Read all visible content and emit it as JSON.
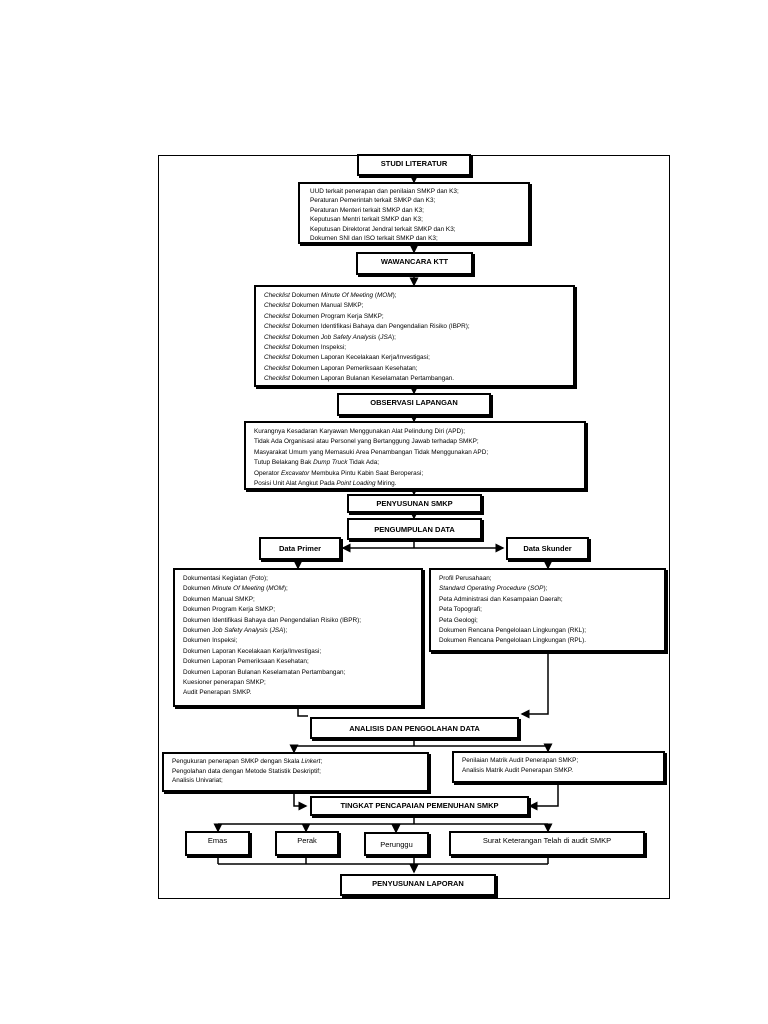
{
  "nodes": {
    "studi_literatur": "STUDI LITERATUR",
    "wawancara": "WAWANCARA KTT",
    "observasi": "OBSERVASI LAPANGAN",
    "penyusunan_smkp": "PENYUSUNAN SMKP",
    "pengumpulan": "PENGUMPULAN DATA",
    "data_primer": "Data Primer",
    "data_skunder": "Data Skunder",
    "analisis": "ANALISIS DAN PENGOLAHAN DATA",
    "tingkat": "TINGKAT PENCAPAIAN PEMENUHAN SMKP",
    "emas": "Emas",
    "perak": "Perak",
    "perunggu": "Perunggu",
    "surat": "Surat Keterangan Telah di audit SMKP",
    "penyusunan_laporan": "PENYUSUNAN LAPORAN"
  },
  "lists": {
    "studi": [
      "UUD terkait penerapan dan penilaian SMKP dan K3;",
      "Peraturan Pemerintah terkait SMKP dan K3;",
      "Peraturan Menteri  terkait SMKP dan K3;",
      "Keputusan Mentri terkait SMKP dan K3;",
      "Keputusan Direktorat Jendral terkait SMKP dan K3;",
      "Dokumen SNI dan ISO terkait SMKP dan K3;"
    ],
    "wawancara": [
      [
        "Checklist",
        " Dokumen ",
        "Minute Of Meeting",
        " (",
        "MOM",
        ");"
      ],
      [
        "Checklist",
        " Dokumen Manual SMKP;"
      ],
      [
        "Checklist",
        " Dokumen Program Kerja SMKP;"
      ],
      [
        "Checklist",
        " Dokumen Identifikasi Bahaya dan Pengendalian Risiko (IBPR);"
      ],
      [
        "Checklist",
        " Dokumen ",
        "Job Safety Analysis",
        " (",
        "JSA",
        ");"
      ],
      [
        "Checklist",
        " Dokumen Inspeksi;"
      ],
      [
        "Checklist",
        " Dokumen Laporan Kecelakaan Kerja/Investigasi;"
      ],
      [
        "Checklist",
        " Dokumen Laporan Pemeriksaan Kesehatan;"
      ],
      [
        "Checklist",
        " Dokumen Laporan Bulanan Keselamatan Pertambangan."
      ]
    ],
    "observasi": [
      [
        "Kurangnya Kesadaran Karyawan Menggunakan Alat Pelindung Diri (APD);"
      ],
      [
        "Tidak Ada Organisasi atau Personel yang Bertanggung Jawab terhadap SMKP;"
      ],
      [
        "Masyarakat Umum yang Memasuki Area Penambangan Tidak Menggunakan APD;"
      ],
      [
        "Tutup Belakang Bak ",
        "Dump Truck",
        " Tidak Ada;"
      ],
      [
        "Operator ",
        "Excavator",
        " Membuka Pintu Kabin Saat Beroperasi;"
      ],
      [
        "Posisi Unit Alat Angkut Pada ",
        "Point  Loading",
        " Miring."
      ]
    ],
    "primer": [
      [
        "Dokumentasi Kegiatan (Foto);"
      ],
      [
        "Dokumen ",
        "Minute Of Meeting",
        " (",
        "MOM",
        ");"
      ],
      [
        "Dokumen Manual SMKP;"
      ],
      [
        "Dokumen Program Kerja SMKP;"
      ],
      [
        "Dokumen Identifikasi Bahaya dan Pengendalian Risiko (IBPR);"
      ],
      [
        "Dokumen ",
        "Job Safety Analysis",
        " (",
        "JSA",
        ");"
      ],
      [
        "Dokumen Inspeksi;"
      ],
      [
        "Dokumen Laporan Kecelakaan Kerja/Investigasi;"
      ],
      [
        "Dokumen Laporan Pemeriksaan Kesehatan;"
      ],
      [
        "Dokumen Laporan Bulanan Keselamatan Pertambangan;"
      ],
      [
        "Kuesioner penerapan SMKP;"
      ],
      [
        "Audit Penerapan SMKP."
      ]
    ],
    "skunder": [
      [
        "Profil Perusahaan;"
      ],
      [
        "",
        "Standard Operating Procedure",
        " (",
        "SOP",
        ");"
      ],
      [
        "Peta Administrasi dan Kesampaian Daerah;"
      ],
      [
        "Peta Topografi;"
      ],
      [
        "Peta Geologi;"
      ],
      [
        "Dokumen Rencana Pengelolaan Lingkungan (RKL);"
      ],
      [
        "Dokumen Rencana Pengelolaan Lingkungan (RPL)."
      ]
    ],
    "analisis_kiri": [
      [
        "Pengukuran penerapan SMKP dengan Skala ",
        "Linkert",
        ";"
      ],
      [
        "Pengolahan data dengan Metode Statistik Deskriptif;"
      ],
      [
        "Analisis Univariat;"
      ]
    ],
    "analisis_kanan": [
      [
        "Penilaian Matrik Audit Penerapan SMKP;"
      ],
      [
        "Analisis Matrik Audit Penerapan SMKP."
      ]
    ]
  }
}
